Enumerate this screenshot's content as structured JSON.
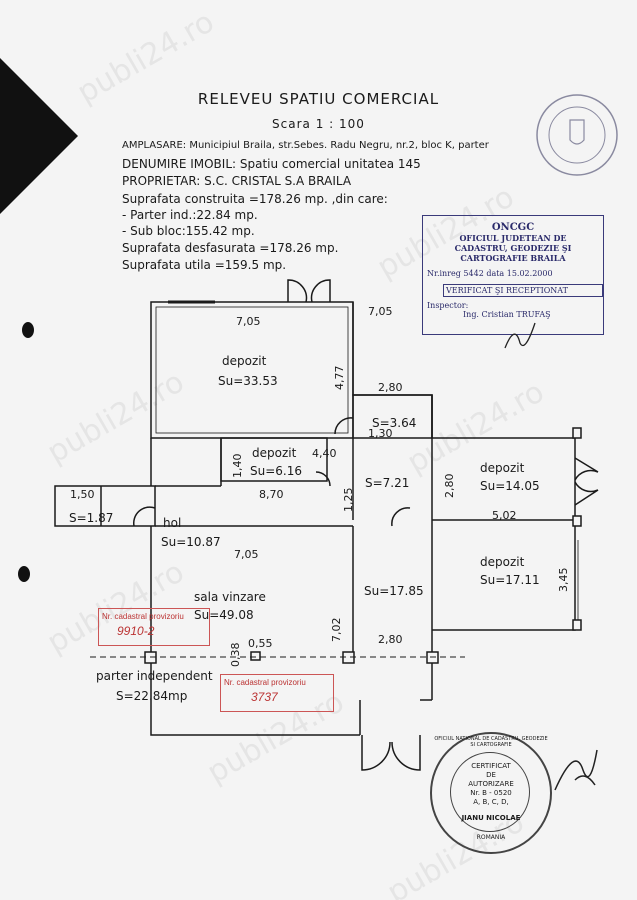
{
  "document": {
    "title": "RELEVEU SPATIU COMERCIAL",
    "scale": "Scara 1 : 100",
    "amplasare": "AMPLASARE: Municipiul Braila, str.Sebes. Radu Negru, nr.2, bloc K, parter",
    "denumire": "DENUMIRE IMOBIL: Spatiu comercial unitatea 145",
    "proprietar": "PROPRIETAR: S.C. CRISTAL S.A BRAILA",
    "supr_construita": "Suprafata construita =178.26 mp. ,din care:",
    "parter_ind": "- Parter ind.:22.84 mp.",
    "sub_bloc": "- Sub bloc:155.42 mp.",
    "supr_desfasurata": "Suprafata desfasurata =178.26 mp.",
    "supr_utila": "Suprafata utila =159.5 mp."
  },
  "rooms": [
    {
      "name": "depozit",
      "area": "Su=33.53"
    },
    {
      "name": "depozit",
      "area": "Su=6.16"
    },
    {
      "name": "depozit",
      "area": "Su=14.05"
    },
    {
      "name": "depozit",
      "area": "Su=17.11"
    },
    {
      "name": "hol",
      "area": "Su=10.87"
    },
    {
      "name": "sala vinzare",
      "area": "Su=49.08"
    },
    {
      "name": "",
      "area": "S=3.64"
    },
    {
      "name": "",
      "area": "S=7.21"
    },
    {
      "name": "",
      "area": "S=1.87"
    },
    {
      "name": "",
      "area": "Su=17.85"
    }
  ],
  "parter": {
    "label": "parter independent",
    "area": "S=22.84mp"
  },
  "dims": {
    "d705a": "7,05",
    "d705b": "7,05",
    "d705c": "7,05",
    "d477": "4,77",
    "d280a": "2,80",
    "d130": "1,30",
    "d440": "4,40",
    "d140": "1,40",
    "d280b": "2,80",
    "d150": "1,50",
    "d870": "8,70",
    "d125": "1,25",
    "d502": "5,02",
    "d345": "3,45",
    "d702": "7,02",
    "d055": "0,55",
    "d038": "0,38",
    "d280c": "2,80"
  },
  "stamp": {
    "org": "ONCGC",
    "l1": "OFICIUL JUDETEAN DE",
    "l2": "CADASTRU, GEODEZIE ŞI",
    "l3": "CARTOGRAFIE BRAILA",
    "inreg": "Nr.inreg 5442 data 15.02.2000",
    "verif": "VERIFICAT ŞI RECEPTIONAT",
    "inspector": "Inspector:",
    "name": "Ing. Cristian TRUFAŞ"
  },
  "red_stamps": [
    {
      "label": "Nr. cadastral provizoriu",
      "value": "9910-2"
    },
    {
      "label": "Nr. cadastral provizoriu",
      "value": "3737"
    }
  ],
  "round_stamp": {
    "ring": "OFICIUL NATIONAL DE CADASTRU, GEODEZIE SI CARTOGRAFIE",
    "l1": "CERTIFICAT",
    "l2": "DE",
    "l3": "AUTORIZARE",
    "l4": "Nr. B - 0520",
    "l5": "A, B, C, D,",
    "name": "JIANU NICOLAE",
    "country": "ROMANIA"
  },
  "watermark": "publi24.ro"
}
